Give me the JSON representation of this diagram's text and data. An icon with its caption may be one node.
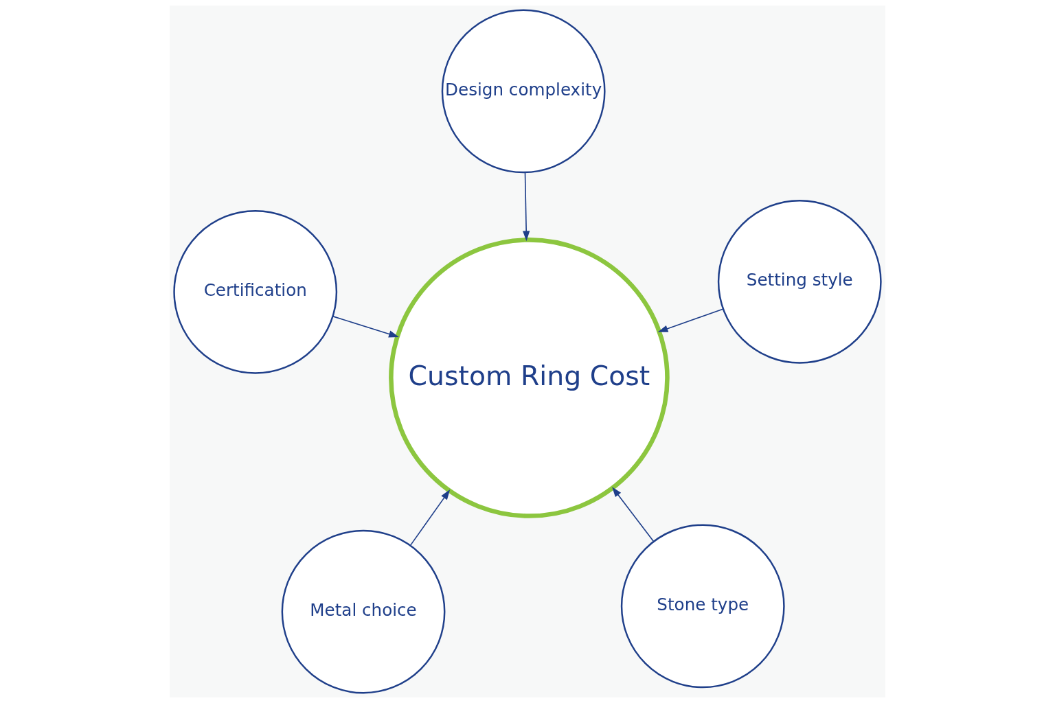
{
  "diagram": {
    "nodes": [
      {
        "text": [
          "Metal choice"
        ]
      },
      {
        "text": [
          "Stone type"
        ]
      },
      {
        "text": [
          "Custom Ring Cost"
        ]
      },
      {
        "text": [
          "Design complexity"
        ]
      },
      {
        "text": [
          "Setting style"
        ]
      },
      {
        "text": [
          "Certification"
        ]
      }
    ],
    "edges": [
      {
        "from": 0,
        "to": 2,
        "arrow": "to"
      },
      {
        "from": 1,
        "to": 2,
        "arrow": "to"
      },
      {
        "from": 3,
        "to": 2,
        "arrow": "to"
      },
      {
        "from": 4,
        "to": 2,
        "arrow": "to"
      },
      {
        "from": 5,
        "to": 2,
        "arrow": "to"
      }
    ]
  }
}
